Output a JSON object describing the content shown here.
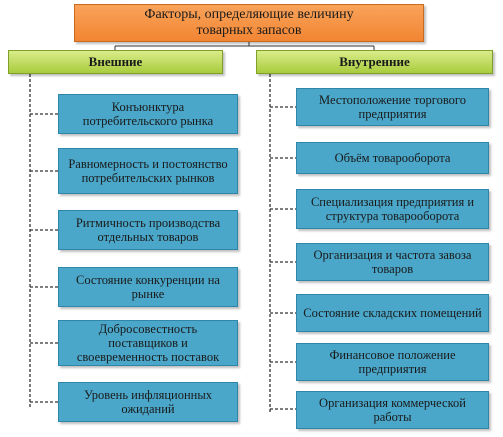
{
  "diagram": {
    "title_line1": "Факторы, определяющие величину",
    "title_line2": "товарных запасов",
    "external": {
      "label": "Внешние",
      "items": [
        "Конъюнктура потребительского рынка",
        "Равномерность и постоянство потребительских рынков",
        "Ритмичность производства отдельных товаров",
        "Состояние конкуренции на рынке",
        "Добросовестность поставщиков и своевременность поставок",
        "Уровень инфляционных ожиданий"
      ]
    },
    "internal": {
      "label": "Внутренние",
      "items": [
        "Местоположение торгового предприятия",
        "Объём товарооборота",
        "Специализация предприятия и структура товарооборота",
        "Организация и частота завоза товаров",
        "Состояние складских помещений",
        "Финансовое положение предприятия",
        "Организация коммерческой работы"
      ]
    },
    "colors": {
      "title_fill": "#f28533",
      "category_fill": "#a8cc3d",
      "item_fill": "#4aa7c9",
      "connector": "#333333"
    }
  }
}
